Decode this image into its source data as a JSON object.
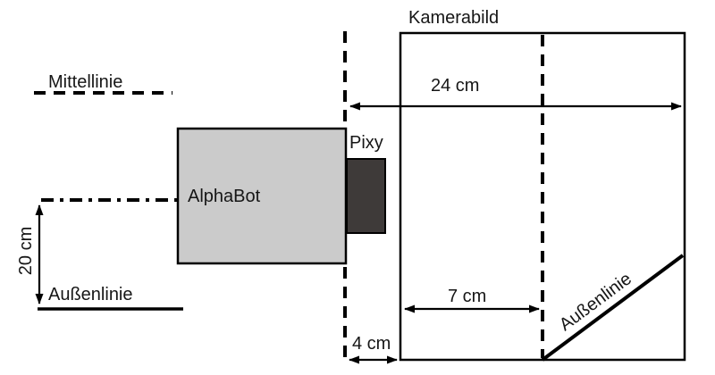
{
  "diagram": {
    "field_lines": {
      "mittellinie_label": "Mittellinie",
      "aussenlinie_left_label": "Außenlinie",
      "aussenlinie_diagonal_label": "Außenlinie"
    },
    "camera": {
      "kamerabild_label": "Kamerabild"
    },
    "robot": {
      "alphabot_label": "AlphaBot",
      "pixy_label": "Pixy"
    },
    "dimensions": {
      "camera_image_width": "24 cm",
      "distance_to_aussenlinie": "20 cm",
      "center_to_dashed_line": "7 cm",
      "robot_to_camera_image": "4 cm"
    },
    "colors": {
      "alphabot_fill": "#cbcbcb",
      "pixy_fill": "#3e3a39",
      "line_color": "#000000",
      "background": "#ffffff"
    }
  }
}
